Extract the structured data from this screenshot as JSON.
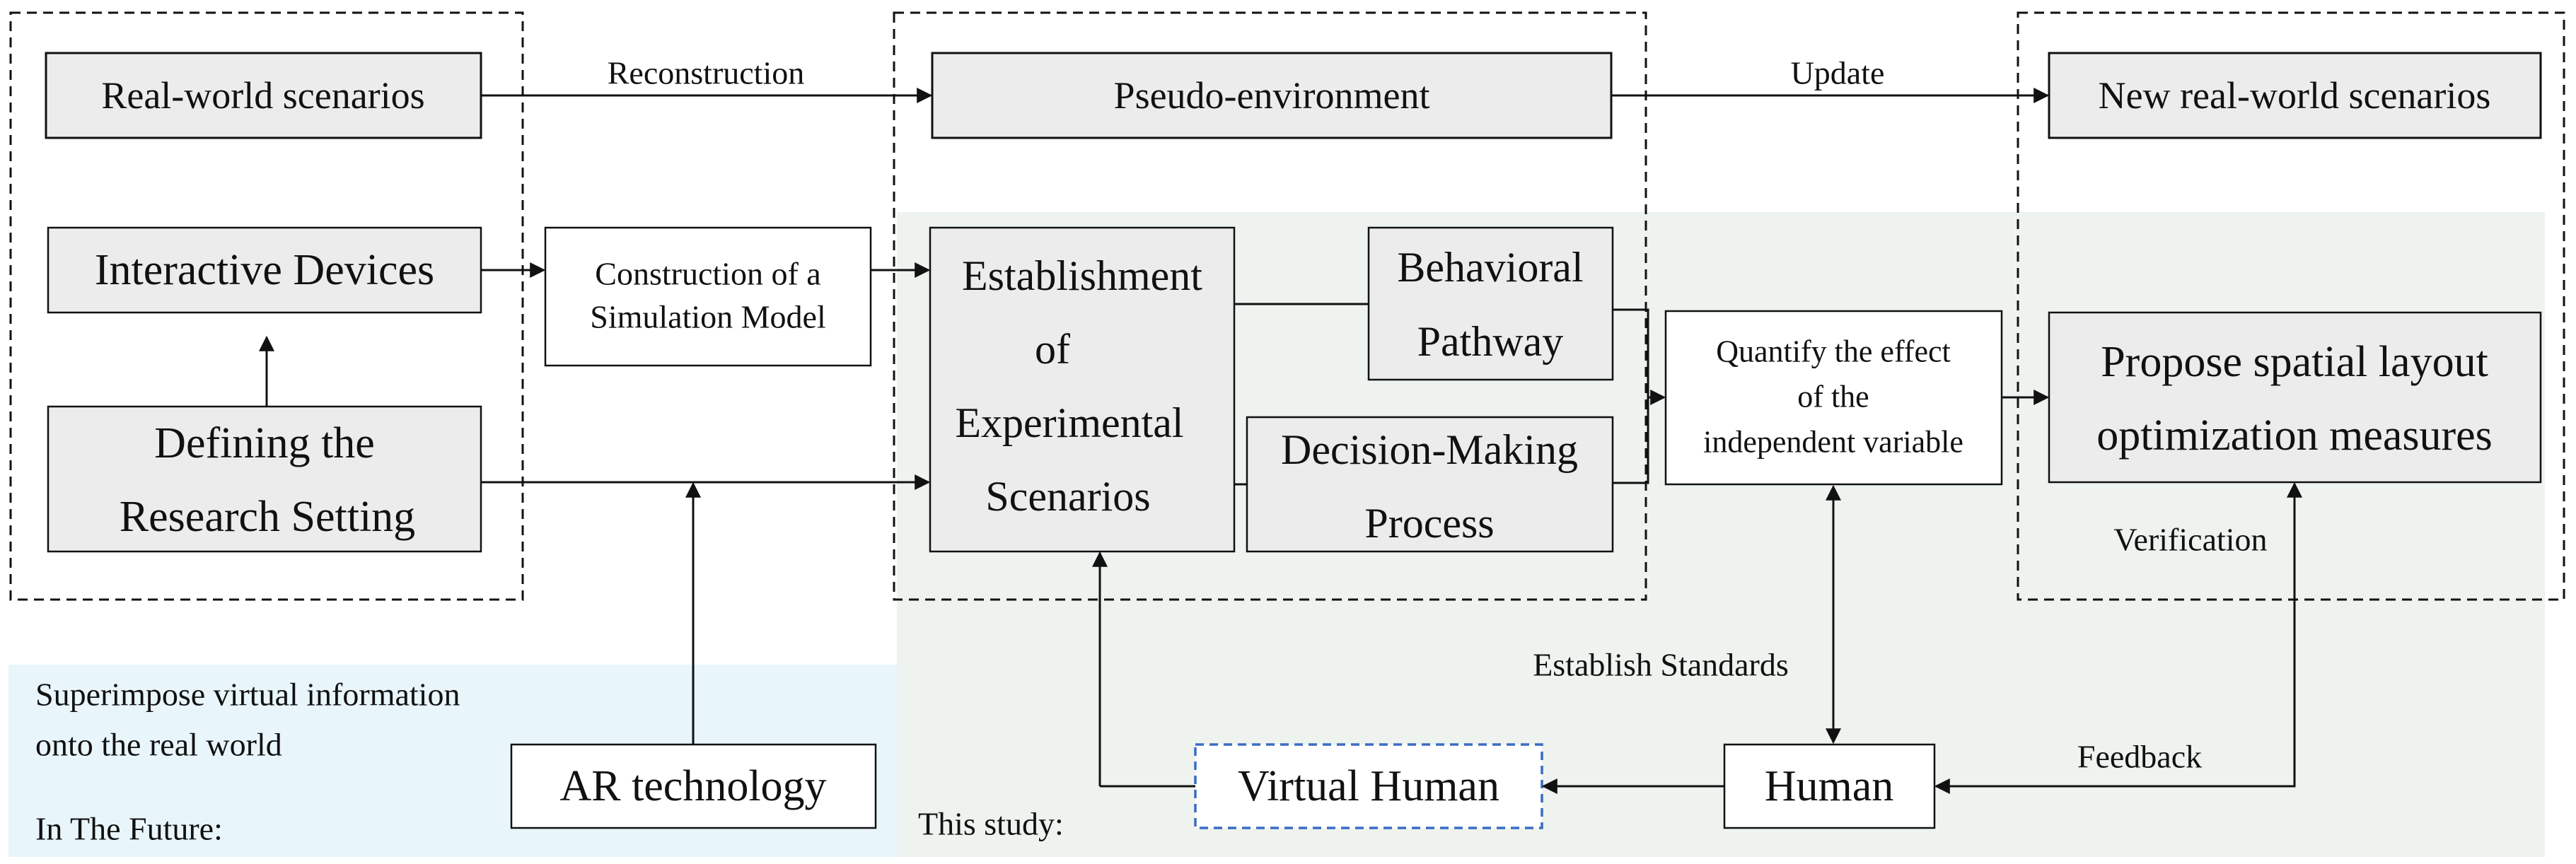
{
  "colors": {
    "study_region": "#eef3ef",
    "future_region": "#e8f5fb",
    "box_fill_grey": "#ececec",
    "box_fill_white": "#ffffff",
    "line": "#111111",
    "dashed_virtual_human": "#3a6cc4"
  },
  "nodes": {
    "real_world_scenarios": "Real-world scenarios",
    "pseudo_environment": "Pseudo-environment",
    "new_real_world_scenarios": "New real-world scenarios",
    "interactive_devices": "Interactive Devices",
    "simulation_model_line1": "Construction of a",
    "simulation_model_line2": "Simulation Model",
    "establishment_line1": "Establishment",
    "establishment_line2": "of",
    "establishment_line3": "Experimental",
    "establishment_line4": "Scenarios",
    "behavioral_line1": "Behavioral",
    "behavioral_line2": "Pathway",
    "decision_line1": "Decision-Making",
    "decision_line2": "Process",
    "quantify_line1": "Quantify the effect",
    "quantify_line2": "of the",
    "quantify_line3": "independent variable",
    "propose_line1": "Propose spatial layout",
    "propose_line2": "optimization measures",
    "defining_line1": "Defining the",
    "defining_line2": "Research Setting",
    "ar_technology": "AR technology",
    "virtual_human": "Virtual Human",
    "human": "Human"
  },
  "edge_labels": {
    "reconstruction": "Reconstruction",
    "update": "Update",
    "verification": "Verification",
    "establish_standards": "Establish Standards",
    "feedback": "Feedback"
  },
  "region_labels": {
    "superimpose_line1": "Superimpose virtual information",
    "superimpose_line2": "onto the real world",
    "in_the_future": "In The Future:",
    "this_study": "This study:"
  }
}
